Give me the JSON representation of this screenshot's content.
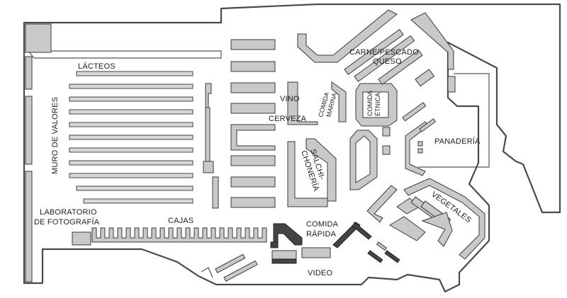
{
  "labels": {
    "lacteos": "LÁCTEOS",
    "muro_de_valores": "MURO DE VALORES",
    "laboratorio_line1": "LABORATORIO",
    "laboratorio_line2": "DE FOTOGRAFÍA",
    "cajas": "CAJAS",
    "vino": "VINO",
    "cerveza": "CERVEZA",
    "comida_marina_line1": "COMIDA",
    "comida_marina_line2": "MARINA",
    "comida_etnica_line1": "COMIDA",
    "comida_etnica_line2": "ÉTNICA",
    "carne_pescado": "CARNE/PESCADO",
    "queso": "QUESO",
    "panaderia": "PANADERÍA",
    "salchichoneria_line1": "SALCHI-",
    "salchichoneria_line2": "CHONERÍA",
    "vegetales": "VEGETALES",
    "comida_rapida_line1": "COMIDA",
    "comida_rapida_line2": "RÁPIDA",
    "video": "VIDEO"
  },
  "colors": {
    "walls": "#4a4a4a",
    "shelf_fill": "#c9c9c9",
    "dark_fixture": "#444444",
    "background": "#ffffff"
  }
}
